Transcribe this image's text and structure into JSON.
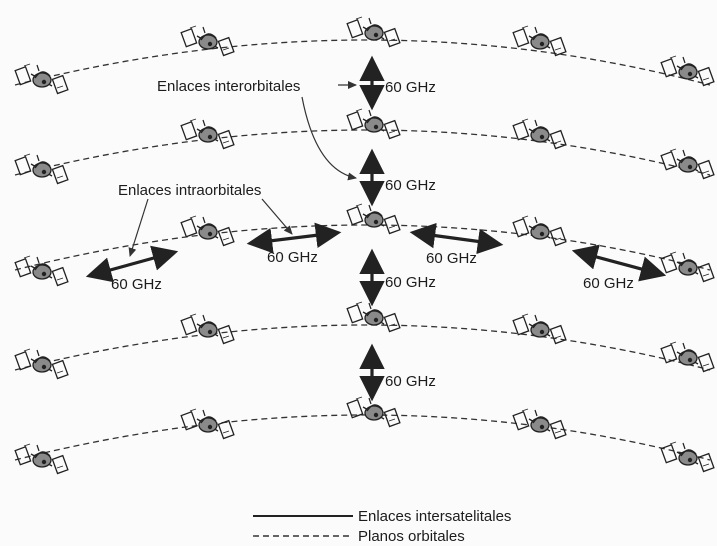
{
  "labels": {
    "interorbital": "Enlaces interorbitales",
    "intraorbital": "Enlaces intraorbitales",
    "freq": "60 GHz"
  },
  "legend": {
    "solid_label": "Enlaces intersatelitales",
    "dashed_label": "Planos orbitales"
  },
  "colors": {
    "ink": "#222222",
    "background": "#fbfbfb"
  },
  "icon": "satellite-icon"
}
